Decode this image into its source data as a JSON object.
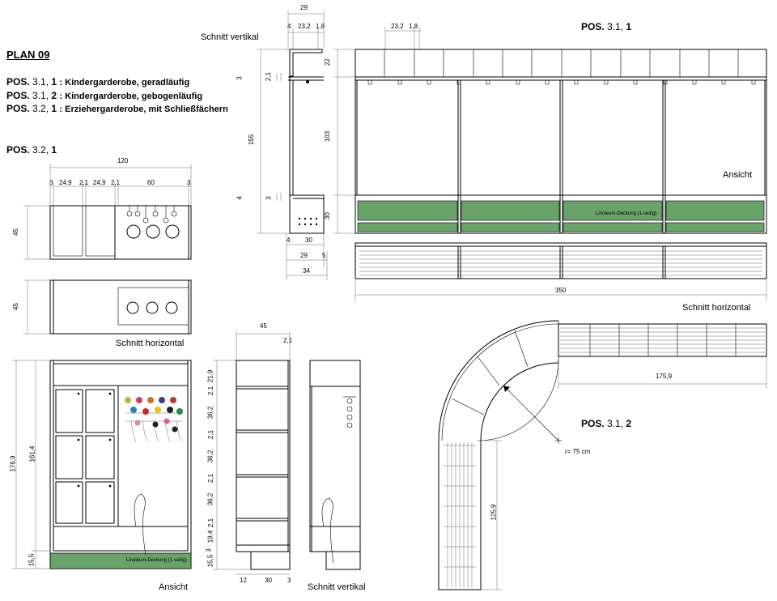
{
  "plan": {
    "title": "PLAN 09",
    "items": [
      {
        "pos": "POS.",
        "num": "3.1,",
        "variant": "1",
        "desc": ": Kindergarderobe, geradläufig"
      },
      {
        "pos": "POS.",
        "num": "3.1,",
        "variant": "2",
        "desc": ": Kindergarderobe, gebogenläufig"
      },
      {
        "pos": "POS.",
        "num": "3.2,",
        "variant": "1",
        "desc": ": Erziehergarderobe, mit Schließfächern"
      }
    ]
  },
  "sections": {
    "pos32": {
      "pos": "POS.",
      "num": "3.2,",
      "variant": "1"
    },
    "pos311": {
      "pos": "POS.",
      "num": "3.1,",
      "variant": "1"
    },
    "pos312": {
      "pos": "POS.",
      "num": "3.1,",
      "variant": "2"
    }
  },
  "labels": {
    "schnitt_vertikal_top": "Schnitt vertikal",
    "schnitt_horizontal_left": "Schnitt horizontal",
    "ansicht_311": "Ansicht",
    "schnitt_horizontal_311": "Schnitt horizontal",
    "ansicht_bottom": "Ansicht",
    "schnitt_vertikal_bottom": "Schnitt vertikal",
    "linoleum_311": "Linoleum-Deckung  (1-seitig)",
    "linoleum_bottom": "Linoleum-Deckung  (1-seitig)",
    "radius": "r= 75 cm"
  },
  "dims": {
    "top_29": "29",
    "top_4": "4",
    "top_23_2": "23,2",
    "top_1_8": "1,8",
    "v_3a": "3",
    "v_2_1": "2,1",
    "v_155": "155",
    "v_4": "4",
    "v_3b": "3",
    "v_22": "22",
    "v_103": "103",
    "v_30": "30",
    "b_4": "4",
    "b_30": "30",
    "b_29": "29",
    "b_5": "5",
    "b_34": "34",
    "a_23_2": "23,2",
    "a_1_8": "1,8",
    "p_120": "120",
    "p_3a": "3",
    "p_24_9a": "24,9",
    "p_2_1a": "2,1",
    "p_24_9b": "24,9",
    "p_2_1b": "2,1",
    "p_60": "60",
    "p_3b": "3",
    "p_45a": "45",
    "p_45b": "45",
    "h_350": "350",
    "e_176_9": "176,9",
    "e_161_4": "161,4",
    "e_15_5": "15,5",
    "s_45": "45",
    "s_2_1": "2,1",
    "s_21_9": "21,9",
    "s_2_1a": "2,1",
    "s_36_2a": "36,2",
    "s_2_1b": "2,1",
    "s_36_2b": "36,2",
    "s_2_1c": "2,1",
    "s_36_2c": "36,2",
    "s_2_1d": "2,1",
    "s_19_4": "19,4",
    "s_3": "3",
    "s_15_5": "15,5",
    "s_12": "12",
    "s_30": "30",
    "s_3b": "3",
    "c_175_9": "175,9",
    "c_125_9": "125,9"
  },
  "colors": {
    "linoleum": "#6aa36a",
    "line": "#000000"
  }
}
